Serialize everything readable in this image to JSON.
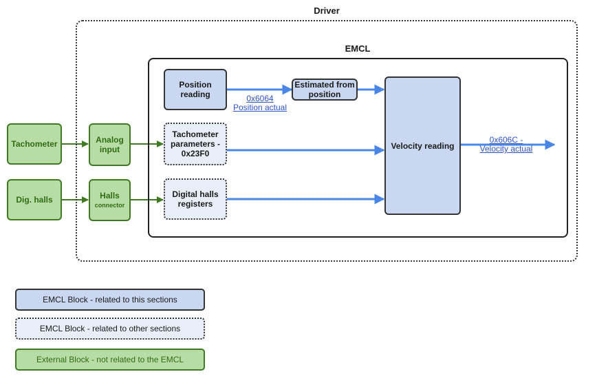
{
  "frames": {
    "driver": {
      "label": "Driver"
    },
    "emcl": {
      "label": "EMCL"
    }
  },
  "blocks": {
    "position_reading": "Position\nreading",
    "estimated_from_position": "Estimated from\nposition",
    "tachometer_params": "Tachometer\nparameters -\n0x23F0",
    "digital_halls_registers": "Digital halls\nregisters",
    "velocity_reading": "Velocity reading",
    "tachometer": "Tachometer",
    "dig_halls": "Dig. halls",
    "analog_input": "Analog\ninput",
    "halls_title": "Halls",
    "halls_sub": "connector"
  },
  "links": {
    "position_actual": {
      "line1": "0x6064",
      "line2": "Position actual"
    },
    "velocity_actual": {
      "line1": "0x606C -",
      "line2": "Velocity actual"
    }
  },
  "legend": {
    "items": [
      {
        "label": "EMCL Block - related to this sections",
        "style": "emcl-solid"
      },
      {
        "label": "EMCL Block - related to other sections",
        "style": "emcl-dotted"
      },
      {
        "label": "External Block - not related to the EMCL",
        "style": "external"
      }
    ]
  },
  "colors": {
    "emcl_fill": "#c9d7f0",
    "emcl_other_fill": "#e8eef8",
    "external_fill": "#b8dca5",
    "external_stroke": "#3f7a21",
    "arrow_blue": "#4a86e8",
    "arrow_green": "#3f7a21",
    "link_blue": "#2e54c8"
  }
}
